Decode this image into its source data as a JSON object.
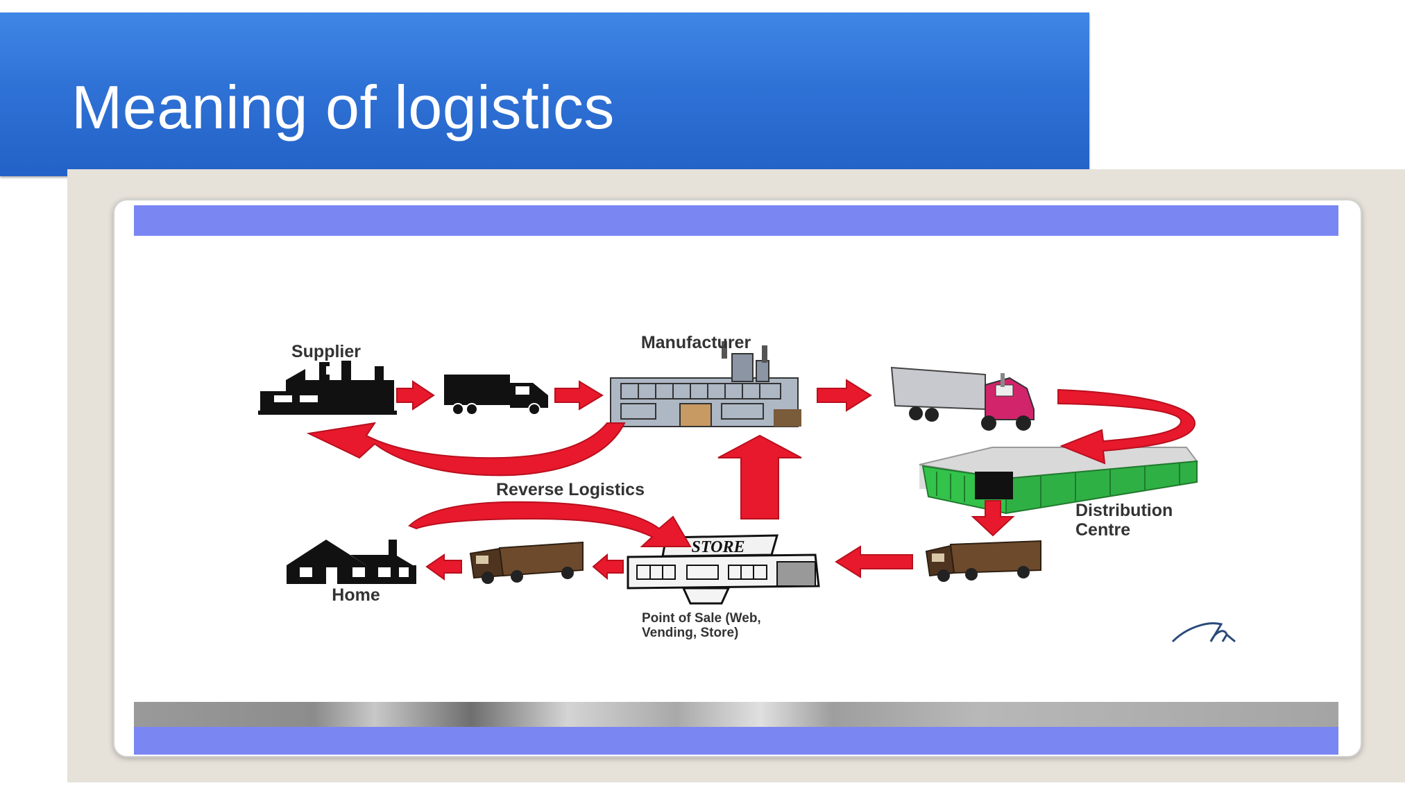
{
  "slide": {
    "title": "Meaning of logistics"
  },
  "diagram": {
    "labels": {
      "supplier": "Supplier",
      "manufacturer": "Manufacturer",
      "reverse_logistics": "Reverse Logistics",
      "distribution_centre_line1": "Distribution",
      "distribution_centre_line2": "Centre",
      "home": "Home",
      "point_of_sale_line1": "Point of Sale (Web,",
      "point_of_sale_line2": "Vending, Store)",
      "store_sign": "STORE"
    },
    "colors": {
      "title_bar": "#2f72d6",
      "frame": "#e6e1d9",
      "banner": "#7a86f2",
      "arrow": "#e8192c",
      "warehouse": "#33c24a"
    }
  }
}
